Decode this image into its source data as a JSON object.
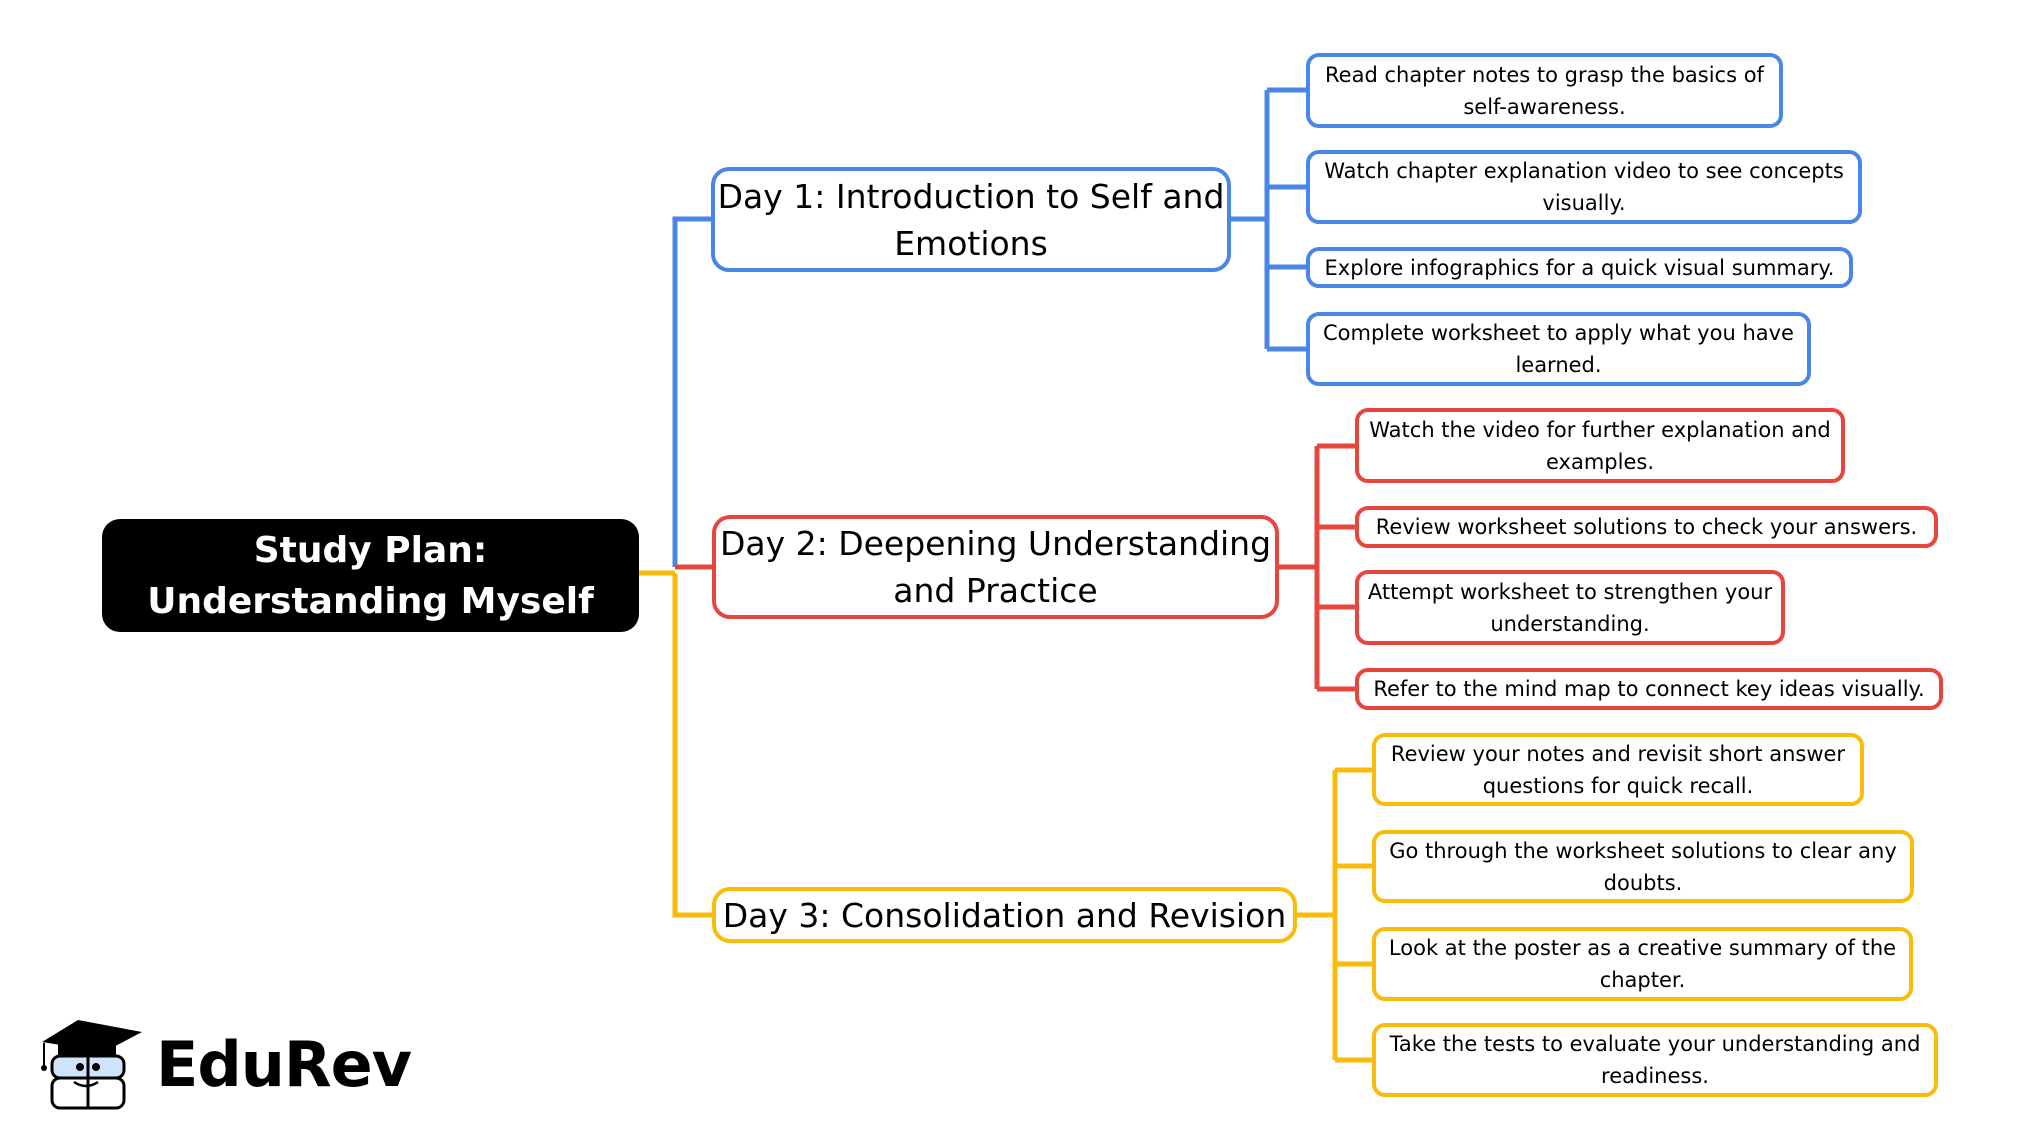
{
  "root": {
    "label": "Study Plan: Understanding Myself"
  },
  "colors": {
    "day1": "#4a86e8",
    "day2": "#e8453c",
    "day3": "#f9bc0a",
    "root_bg": "#000000"
  },
  "days": [
    {
      "label": "Day 1: Introduction to Self and Emotions",
      "color": "blue",
      "tasks": [
        "Read chapter notes to grasp the basics of self-awareness.",
        "Watch chapter explanation video to see concepts visually.",
        "Explore infographics for a quick visual summary.",
        "Complete worksheet to apply what you have learned."
      ]
    },
    {
      "label": "Day 2: Deepening Understanding and Practice",
      "color": "red",
      "tasks": [
        "Watch the video for further explanation and examples.",
        "Review worksheet solutions to check your answers.",
        "Attempt worksheet to strengthen your understanding.",
        "Refer to the mind map to connect key ideas visually."
      ]
    },
    {
      "label": "Day 3: Consolidation and Revision",
      "color": "yellow",
      "tasks": [
        "Review your notes and revisit short answer questions for quick recall.",
        "Go through the worksheet solutions to clear any doubts.",
        "Look at the poster as a creative summary of the chapter.",
        "Take the tests to evaluate your understanding and readiness."
      ]
    }
  ],
  "branding": {
    "logo_text": "EduRev",
    "logo_icon": "graduation-cap-mascot-icon"
  }
}
